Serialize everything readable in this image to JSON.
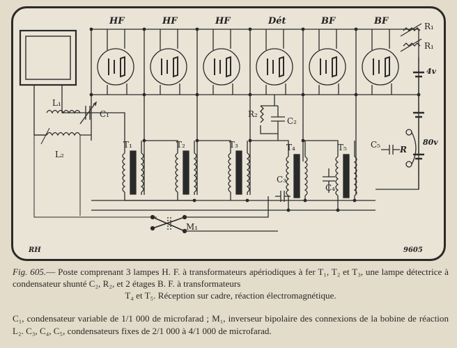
{
  "diagram": {
    "stage_labels": [
      "HF",
      "HF",
      "HF",
      "Dét",
      "BF",
      "BF"
    ],
    "component_labels": {
      "R1_top": "R₁",
      "R1": "R₁",
      "L1": "L₁",
      "C1": "C₁",
      "L2": "L₂",
      "T1": "T₁",
      "T2": "T₂",
      "T3": "T₃",
      "T4": "T₄",
      "T5": "T₅",
      "R2": "R₂",
      "C2": "C₂",
      "C3": "C₃",
      "C4": "C₄",
      "C5": "C₅",
      "M1": "M₁",
      "R": "R"
    },
    "voltage_labels": [
      "4v",
      "80v"
    ],
    "signature_left": "RH",
    "signature_right": "9605"
  },
  "caption": {
    "fig_label": "Fig. 605.",
    "line1": "— Poste comprenant 3 lampes H. F. à transformateurs apériodiques à fer T₁, T₂ et T₃, une lampe détectrice à condensateur shunté C₂, R₂, et 2 étages B. F. à transformateurs",
    "line2": "T₄ et T₅. Réception sur cadre, réaction électromagnétique."
  },
  "legend": {
    "text": "C₁, condensateur variable de 1/1 000 de microfarad ; M₁, inverseur bipolaire des connexions de la bobine de réaction L₂. C₃, C₄, C₅, condensateurs fixes de 2/1 000 à 4/1 000 de microfarad."
  }
}
